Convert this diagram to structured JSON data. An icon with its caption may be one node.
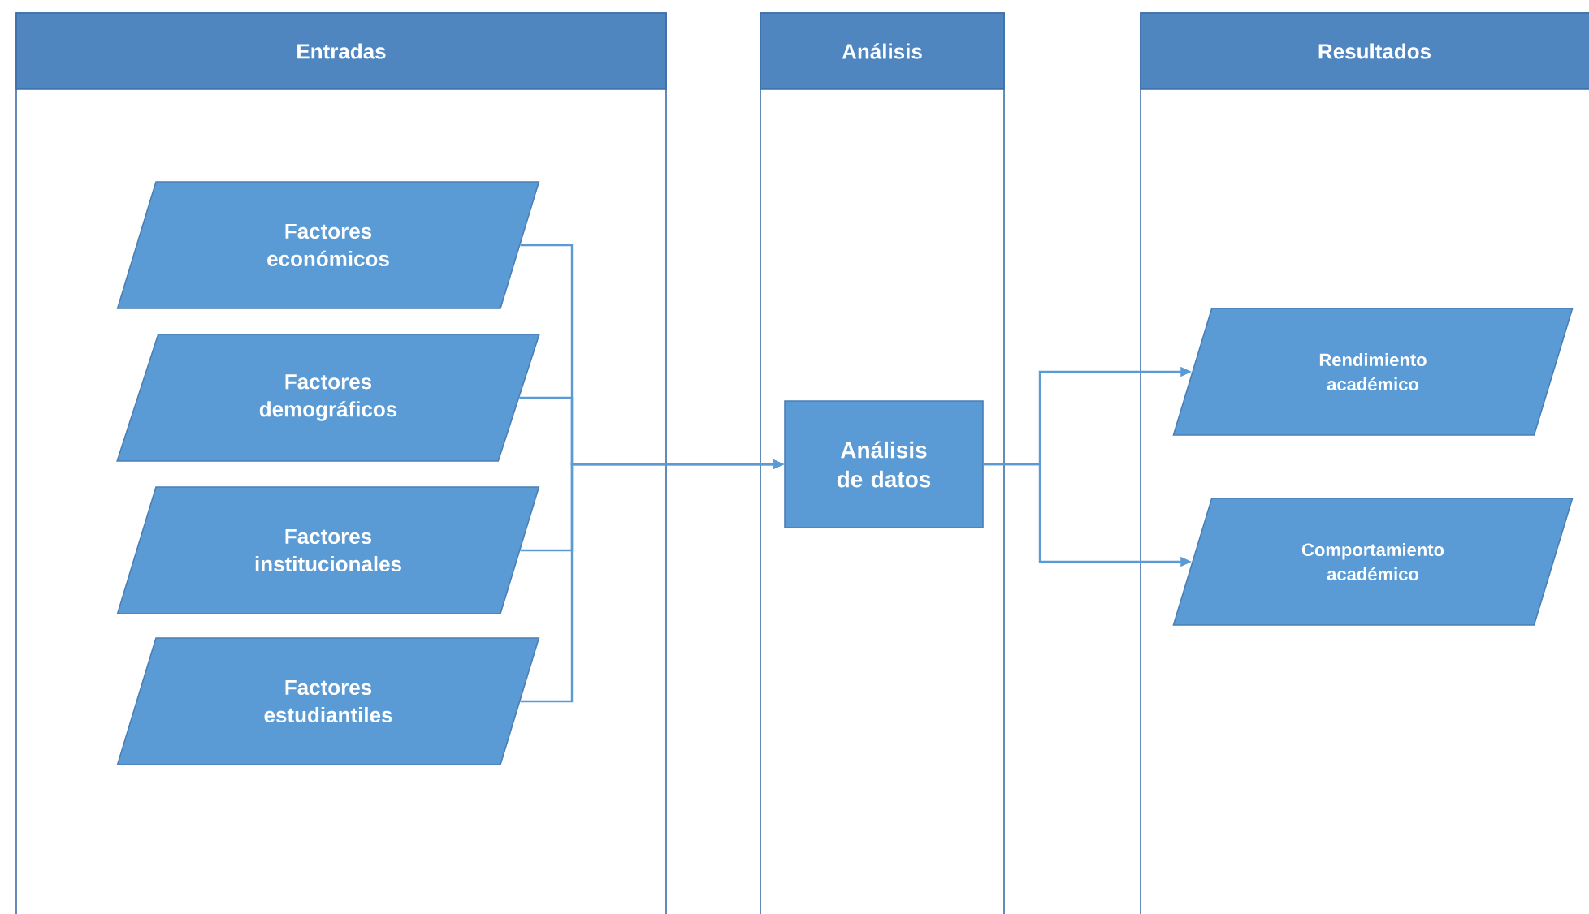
{
  "diagram": {
    "nodes": [
      {
        "text": [
          "Entradas"
        ]
      },
      {
        "text": [
          "Factores económicos"
        ],
        "in": 0
      },
      {
        "text": [
          "Factores demográficos"
        ],
        "in": 0
      },
      {
        "text": [
          "Factores institucionales"
        ],
        "in": 0
      },
      {
        "text": [
          "Factores estudiantiles"
        ],
        "in": 0
      },
      {
        "text": [
          "Análisis"
        ]
      },
      {
        "text": [
          "Análisis de datos"
        ],
        "in": 5
      },
      {
        "text": [
          "Resultados"
        ]
      },
      {
        "text": [
          "Rendimiento académico"
        ],
        "in": 7
      },
      {
        "text": [
          "Comportamiento académico"
        ],
        "in": 7
      }
    ],
    "edges": [
      {
        "from": 1,
        "to": 6,
        "arrow": "to"
      },
      {
        "from": 2,
        "to": 6,
        "arrow": "to"
      },
      {
        "from": 3,
        "to": 6,
        "arrow": "to"
      },
      {
        "from": 4,
        "to": 6,
        "arrow": "to"
      },
      {
        "from": 6,
        "to": 8,
        "arrow": "to"
      },
      {
        "from": 6,
        "to": 9,
        "arrow": "to"
      }
    ]
  }
}
